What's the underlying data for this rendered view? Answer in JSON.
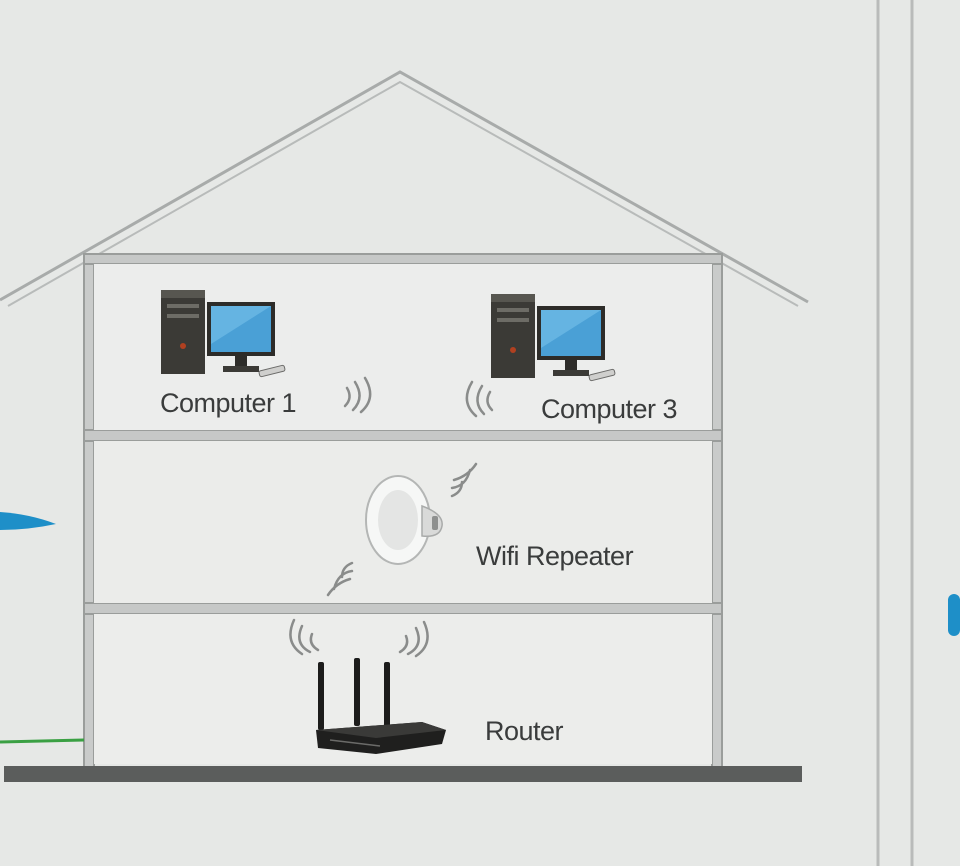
{
  "diagram": {
    "devices": [
      {
        "id": "computer-1",
        "label": "Computer 1",
        "icon": "desktop-computer-icon"
      },
      {
        "id": "computer-3",
        "label": "Computer 3",
        "icon": "desktop-computer-icon"
      },
      {
        "id": "wifi-repeater",
        "label": "Wifi Repeater",
        "icon": "wifi-repeater-icon"
      },
      {
        "id": "router",
        "label": "Router",
        "icon": "router-icon"
      }
    ],
    "floors": 3,
    "colors": {
      "background": "#e6e8e6",
      "wall": "#8f9290",
      "ground": "#5b5d5c",
      "monitor_screen": "#4aa0d6",
      "cable_blue": "#1e8fc8",
      "cable_green": "#3aa043"
    }
  }
}
